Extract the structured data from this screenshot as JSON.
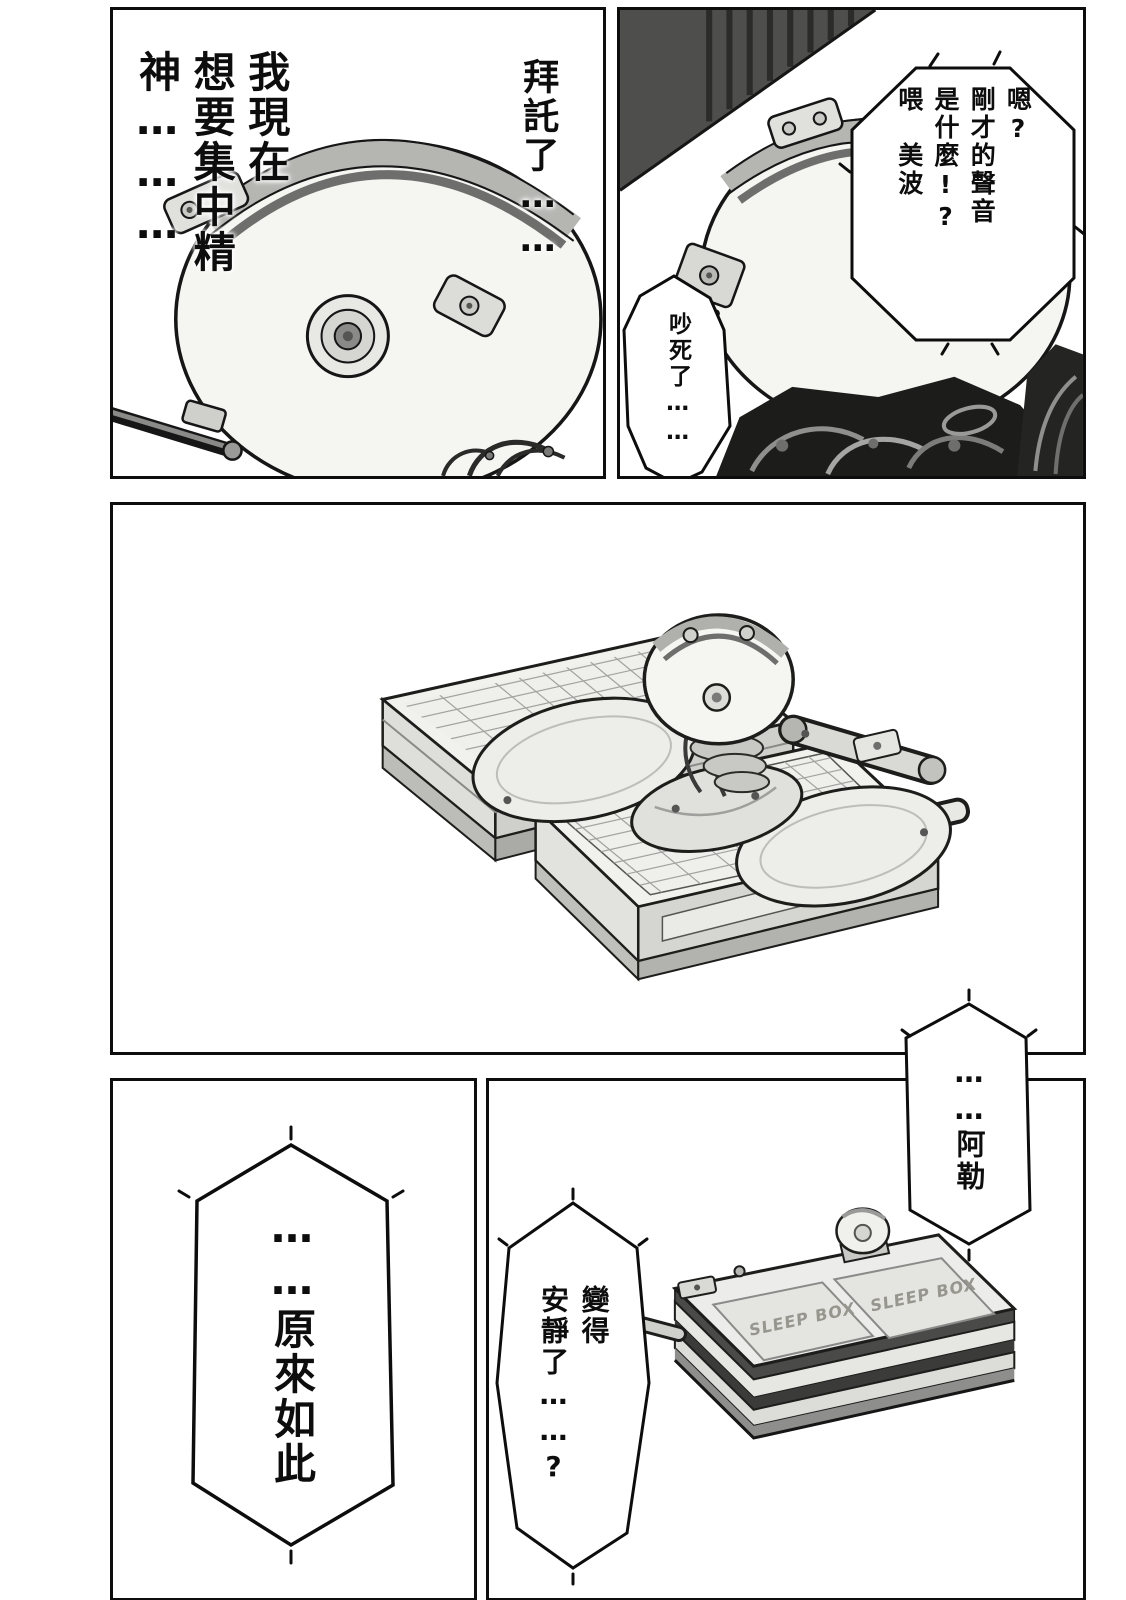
{
  "panels": {
    "top_left": {
      "caption_please": "拜託了……",
      "caption_focus": "我現在\n想要集中精神………"
    },
    "top_right": {
      "speech_main": "嗯?\n剛才的聲音\n是什麼!?\n喂　美波",
      "speech_noisy": "吵死了……"
    },
    "bottom_left": {
      "speech_i_see": "……原來如此"
    },
    "bottom_right": {
      "speech_are": "……阿勒",
      "speech_quiet": "變得\n安靜了……?",
      "device_label_left": "SLEEP BOX",
      "device_label_right": "SLEEP BOX"
    }
  },
  "colors": {
    "ink": "#0d0d0d",
    "paper": "#ffffff",
    "shade_dark": "#3f3f3d",
    "shade_mid": "#9a9a98",
    "shade_light": "#ececea"
  }
}
